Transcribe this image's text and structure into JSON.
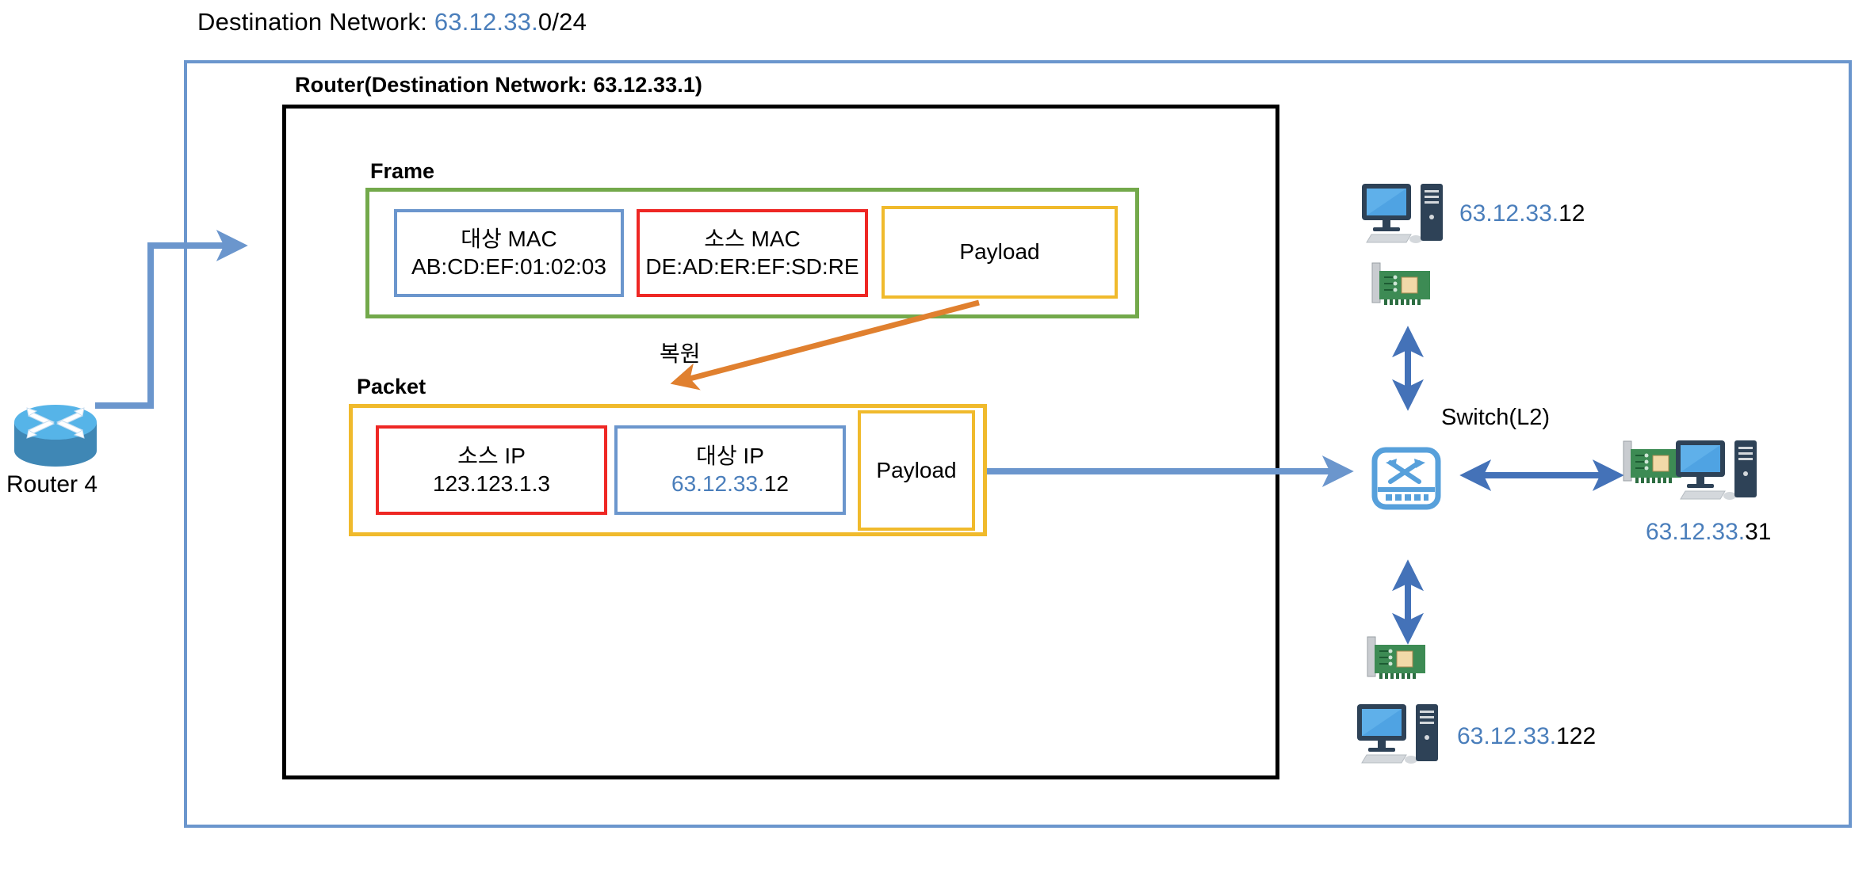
{
  "diagram": {
    "destination_network": {
      "prefix_text": "Destination Network: ",
      "ip_prefix": "63.12.33.",
      "ip_suffix": "0/24"
    },
    "router_title": "Router(Destination Network: 63.12.33.1)",
    "frame": {
      "label": "Frame",
      "fields": [
        {
          "title": "대상 MAC",
          "value": "AB:CD:EF:01:02:03",
          "border_color": "#6b96cd"
        },
        {
          "title": "소스 MAC",
          "value": "DE:AD:ER:EF:SD:RE",
          "border_color": "#ee2724"
        },
        {
          "title": "Payload",
          "value": "",
          "border_color": "#f0ba2c"
        }
      ]
    },
    "packet": {
      "label": "Packet",
      "fields": [
        {
          "title": "소스 IP",
          "value": "123.123.1.3",
          "border_color": "#ee2724"
        },
        {
          "title": "대상 IP",
          "ip_prefix": "63.12.33.",
          "ip_suffix": "12",
          "border_color": "#6b96cd"
        },
        {
          "title": "Payload",
          "value": "",
          "border_color": "#f0ba2c"
        }
      ]
    },
    "restore_label": "복원",
    "switch": {
      "label": "Switch(L2)",
      "icon": "switch-icon"
    },
    "router_node": {
      "label": "Router 4",
      "icon": "router-icon"
    },
    "hosts": [
      {
        "position": "top",
        "ip_prefix": "63.12.33.",
        "ip_suffix": "12",
        "icons": [
          "desktop-pc-icon",
          "nic-card-icon"
        ]
      },
      {
        "position": "right",
        "ip_prefix": "63.12.33.",
        "ip_suffix": "31",
        "icons": [
          "nic-card-icon",
          "desktop-pc-icon"
        ]
      },
      {
        "position": "bottom",
        "ip_prefix": "63.12.33.",
        "ip_suffix": "122",
        "icons": [
          "nic-card-icon",
          "desktop-pc-icon"
        ]
      }
    ],
    "colors": {
      "blue_accent": "#4a7ebb",
      "border_blue": "#6b96cd",
      "green": "#73a94b",
      "red": "#ee2724",
      "yellow": "#f0ba2c",
      "orange": "#e0802f",
      "arrow_blue": "#4472b8"
    }
  }
}
